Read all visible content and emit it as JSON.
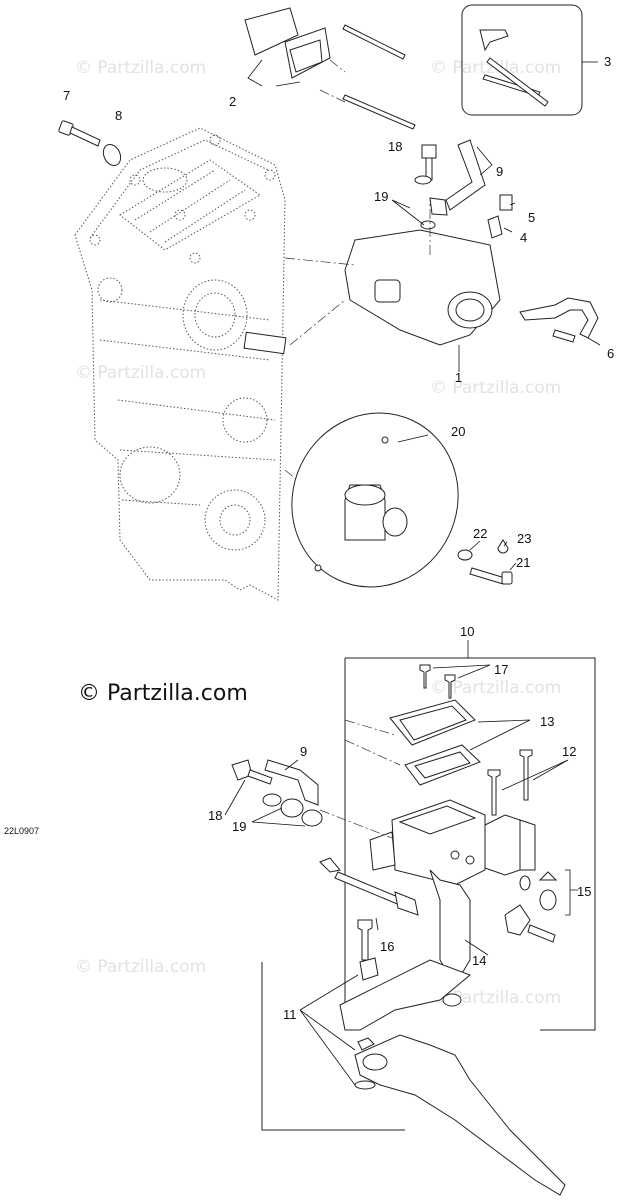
{
  "copyright": "© Partzilla.com",
  "watermark": "© Partzilla.com",
  "diagram_code": "22L0907",
  "callouts": [
    "1",
    "2",
    "3",
    "4",
    "5",
    "6",
    "7",
    "8",
    "9",
    "9",
    "10",
    "11",
    "12",
    "13",
    "14",
    "15",
    "16",
    "17",
    "18",
    "18",
    "19",
    "19",
    "20",
    "21",
    "22",
    "23"
  ]
}
